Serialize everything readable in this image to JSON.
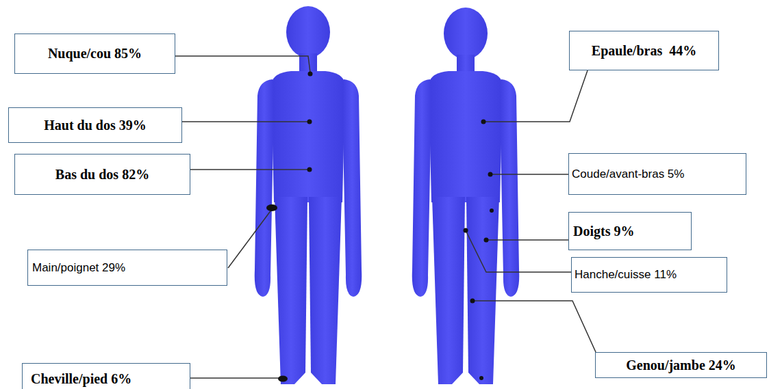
{
  "diagram": {
    "nodes": [
      {
        "text": [
          "Nuque/cou 85%"
        ]
      },
      {
        "text": [
          "Epaule/bras  44%"
        ]
      },
      {
        "text": [
          "Haut du dos 39%"
        ]
      },
      {
        "text": [
          "Bas du dos 82%"
        ]
      },
      {
        "text": [
          "Coude/avant-bras 5%"
        ]
      },
      {
        "text": [
          "Doigts 9%"
        ]
      },
      {
        "text": [
          "Main/poignet 29%"
        ]
      },
      {
        "text": [
          "Hanche/cuisse 11%"
        ]
      },
      {
        "text": [
          "Genou/jambe 24%"
        ]
      },
      {
        "text": [
          "Cheville/pied 6%"
        ]
      }
    ]
  }
}
